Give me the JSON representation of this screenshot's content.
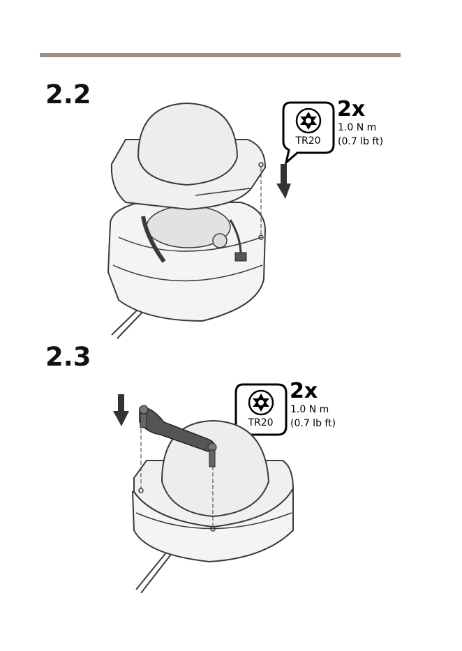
{
  "steps": [
    {
      "number": "2.2",
      "torque": {
        "quantity": "2x",
        "value_nm": "1.0 N m",
        "value_lbft": "(0.7 lb ft)",
        "tool": "TR20"
      }
    },
    {
      "number": "2.3",
      "torque": {
        "quantity": "2x",
        "value_nm": "1.0 N m",
        "value_lbft": "(0.7 lb ft)",
        "tool": "TR20"
      }
    }
  ],
  "icons": {
    "tool": "torx-bit-icon",
    "direction": "arrow-down-icon"
  },
  "colors": {
    "rule": "#9c8f86",
    "line_art": "#3a3a3a",
    "dome": "#ededed",
    "dark_part": "#555555"
  }
}
